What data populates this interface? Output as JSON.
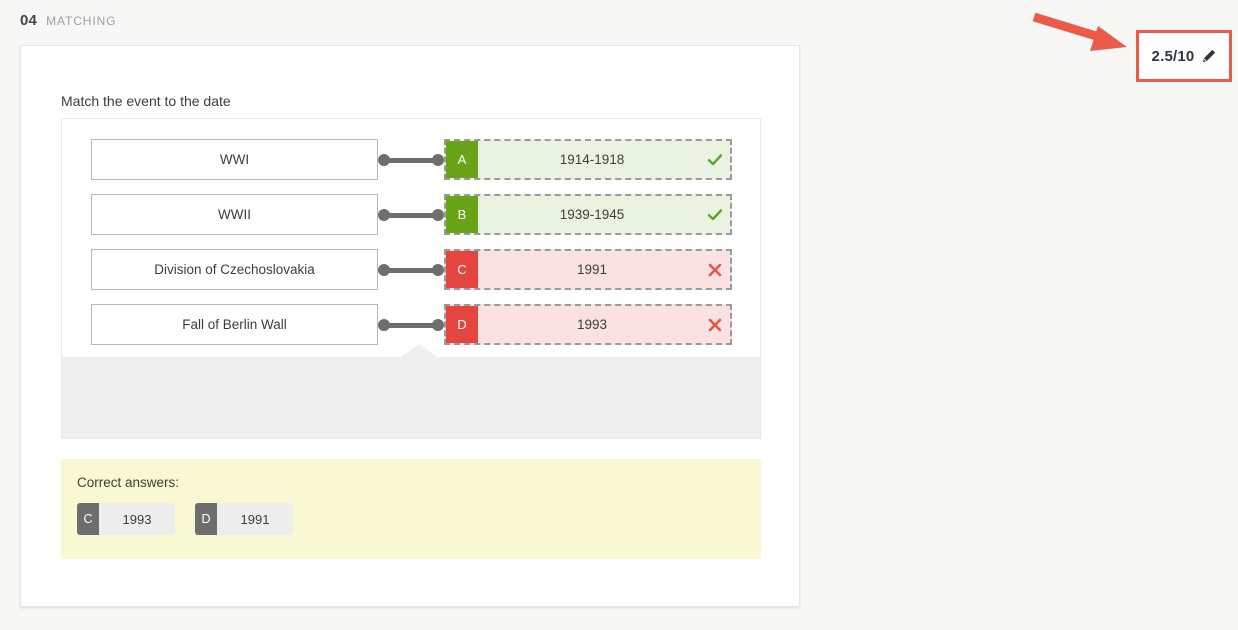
{
  "header": {
    "number": "04",
    "type_label": "MATCHING"
  },
  "score": {
    "value": "2.5/10",
    "edit_icon": "pencil-icon",
    "box_border_color": "#ec5b48",
    "annotation_arrow_color": "#ec5b48"
  },
  "question": {
    "prompt": "Match the event to the date",
    "rows": [
      {
        "term": "WWI",
        "letter": "A",
        "value": "1914-1918",
        "status": "correct",
        "mark_icon": "check-icon",
        "letter_color": "#69a318",
        "slot_bg": "#eaf3e2"
      },
      {
        "term": "WWII",
        "letter": "B",
        "value": "1939-1945",
        "status": "correct",
        "mark_icon": "check-icon",
        "letter_color": "#69a318",
        "slot_bg": "#eaf3e2"
      },
      {
        "term": "Division of Czechoslovakia",
        "letter": "C",
        "value": "1991",
        "status": "incorrect",
        "mark_icon": "cross-icon",
        "letter_color": "#e4453f",
        "slot_bg": "#fae2e3"
      },
      {
        "term": "Fall of Berlin Wall",
        "letter": "D",
        "value": "1993",
        "status": "incorrect",
        "mark_icon": "cross-icon",
        "letter_color": "#e4453f",
        "slot_bg": "#fae2e3"
      }
    ]
  },
  "correct_answers": {
    "title": "Correct answers:",
    "panel_bg": "#f8f8d2",
    "chips": [
      {
        "letter": "C",
        "value": "1993"
      },
      {
        "letter": "D",
        "value": "1991"
      }
    ]
  }
}
